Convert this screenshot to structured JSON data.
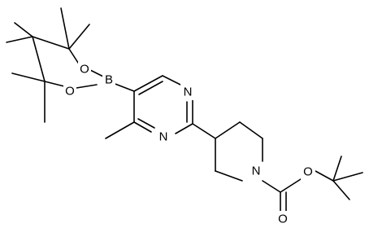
{
  "structure": {
    "atoms": {
      "boron": "B",
      "boronic_oxygen_top": "O",
      "boronic_oxygen_bottom": "O",
      "pyrimidine_n3": "N",
      "pyrimidine_n1": "N",
      "piperidine_n": "N",
      "carbamate_o_ester": "O",
      "carbamate_o_carbonyl": "O"
    }
  }
}
